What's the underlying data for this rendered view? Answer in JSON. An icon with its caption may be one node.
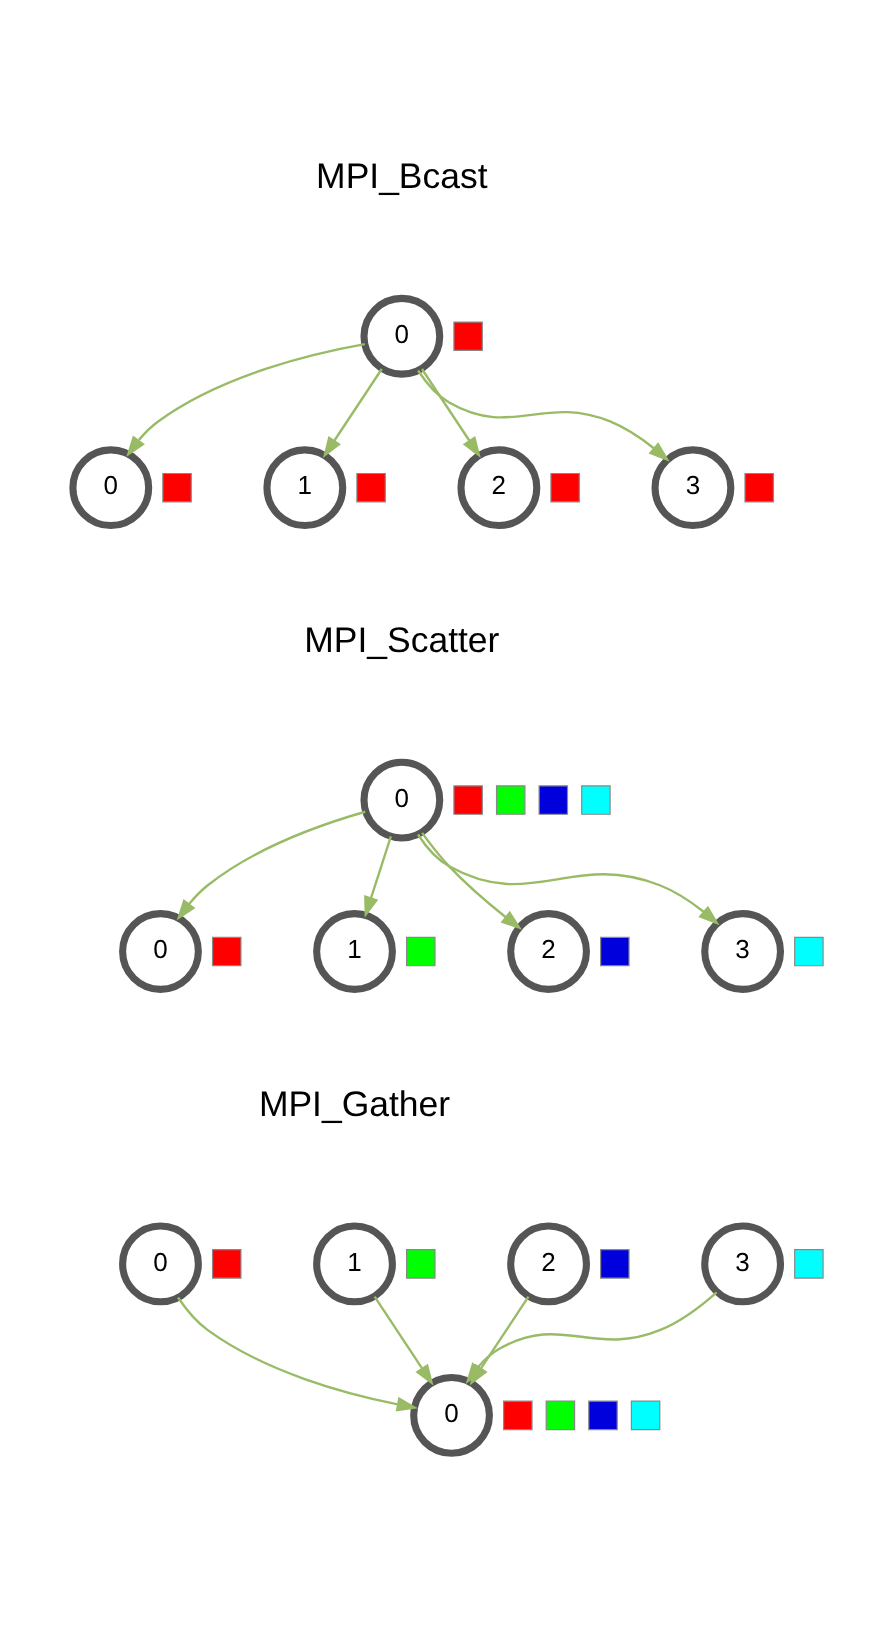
{
  "diagram": {
    "nodes": [
      {
        "text": [
          "0"
        ]
      },
      {
        "text": [],
        "shape": "box"
      },
      {
        "text": [
          "0"
        ]
      },
      {
        "text": [],
        "shape": "box"
      },
      {
        "text": [
          "1"
        ]
      },
      {
        "text": [],
        "shape": "box"
      },
      {
        "text": [
          "2"
        ]
      },
      {
        "text": [],
        "shape": "box"
      },
      {
        "text": [
          "3"
        ]
      },
      {
        "text": [],
        "shape": "box"
      },
      {
        "text": [
          "0"
        ]
      },
      {
        "text": [],
        "shape": "box"
      },
      {
        "text": [],
        "shape": "box"
      },
      {
        "text": [],
        "shape": "box"
      },
      {
        "text": [],
        "shape": "box"
      },
      {
        "text": [
          "0"
        ]
      },
      {
        "text": [],
        "shape": "box"
      },
      {
        "text": [
          "1"
        ]
      },
      {
        "text": [],
        "shape": "box"
      },
      {
        "text": [
          "2"
        ]
      },
      {
        "text": [],
        "shape": "box"
      },
      {
        "text": [
          "3"
        ]
      },
      {
        "text": [],
        "shape": "box"
      },
      {
        "text": [
          "0"
        ]
      },
      {
        "text": [],
        "shape": "box"
      },
      {
        "text": [
          "1"
        ]
      },
      {
        "text": [],
        "shape": "box"
      },
      {
        "text": [
          "2"
        ]
      },
      {
        "text": [],
        "shape": "box"
      },
      {
        "text": [
          "3"
        ]
      },
      {
        "text": [],
        "shape": "box"
      },
      {
        "text": [
          "0"
        ]
      },
      {
        "text": [],
        "shape": "box"
      },
      {
        "text": [],
        "shape": "box"
      },
      {
        "text": [],
        "shape": "box"
      },
      {
        "text": [],
        "shape": "box"
      }
    ],
    "edges": [
      {
        "from": 0,
        "to": 2,
        "arrow": "to"
      },
      {
        "from": 0,
        "to": 4,
        "arrow": "to"
      },
      {
        "from": 0,
        "to": 6,
        "arrow": "to"
      },
      {
        "from": 0,
        "to": 8,
        "arrow": "to"
      },
      {
        "from": 10,
        "to": 15,
        "arrow": "to"
      },
      {
        "from": 10,
        "to": 17,
        "arrow": "to"
      },
      {
        "from": 10,
        "to": 19,
        "arrow": "to"
      },
      {
        "from": 10,
        "to": 21,
        "arrow": "to"
      },
      {
        "from": 23,
        "to": 31,
        "arrow": "to"
      },
      {
        "from": 25,
        "to": 31,
        "arrow": "to"
      },
      {
        "from": 27,
        "to": 31,
        "arrow": "to"
      },
      {
        "from": 29,
        "to": 31,
        "arrow": "to"
      }
    ],
    "labels": [
      "MPI_Bcast",
      "MPI_Scatter",
      "MPI_Gather"
    ]
  }
}
